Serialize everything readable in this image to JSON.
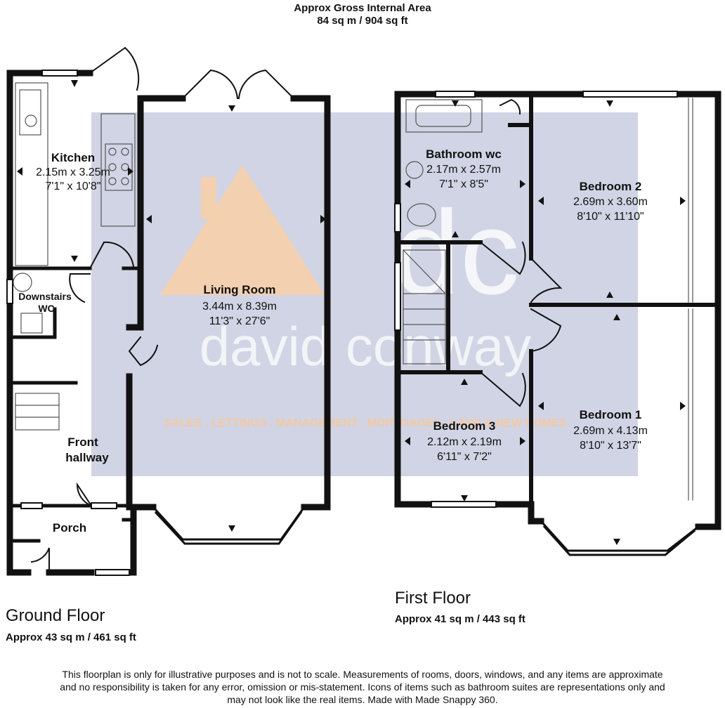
{
  "header": {
    "title": "Approx Gross Internal Area",
    "area": "84 sq m / 904 sq ft"
  },
  "ground_floor": {
    "title": "Ground Floor",
    "area": "Approx 43 sq m / 461 sq ft",
    "rooms": [
      {
        "name": "Kitchen",
        "dim_m": "2.15m x 3.25m",
        "dim_ft": "7'1\" x 10'8\""
      },
      {
        "name": "Living Room",
        "dim_m": "3.44m x 8.39m",
        "dim_ft": "11'3\" x 27'6\""
      },
      {
        "name_line1": "Downstairs",
        "name_line2": "WC"
      },
      {
        "name_line1": "Front",
        "name_line2": "hallway"
      },
      {
        "name": "Porch"
      }
    ]
  },
  "first_floor": {
    "title": "First Floor",
    "area": "Approx 41 sq m / 443 sq ft",
    "rooms": [
      {
        "name": "Bathroom wc",
        "dim_m": "2.17m x 2.57m",
        "dim_ft": "7'1\" x 8'5\""
      },
      {
        "name": "Bedroom 2",
        "dim_m": "2.69m x 3.60m",
        "dim_ft": "8'10\" x 11'10\""
      },
      {
        "name": "Bedroom 1",
        "dim_m": "2.69m x 4.13m",
        "dim_ft": "8'10\" x 13'7\""
      },
      {
        "name": "Bedroom 3",
        "dim_m": "2.12m x 2.19m",
        "dim_ft": "6'11\" x 7'2\""
      }
    ]
  },
  "watermark": {
    "logo": "dc",
    "brand": "david conway",
    "tagline": "SALES . LETTINGS . MANAGEMENT . MORTGAGES . LAND & NEW HOMES"
  },
  "disclaimer": {
    "line1": "This floorplan is only for illustrative purposes and is not to scale. Measurements of rooms, doors, windows, and any items are approximate",
    "line2": "and no responsibility is taken for any error, omission or mis-statement. Icons of items such as bathroom suites are representations only and",
    "line3": "may not look like the real items. Made with Made Snappy 360."
  },
  "colors": {
    "wall": "#111111",
    "watermark_panel": "#9aa0c4",
    "watermark_roof": "#f6cfa8",
    "tagline": "#f4c9a0"
  }
}
